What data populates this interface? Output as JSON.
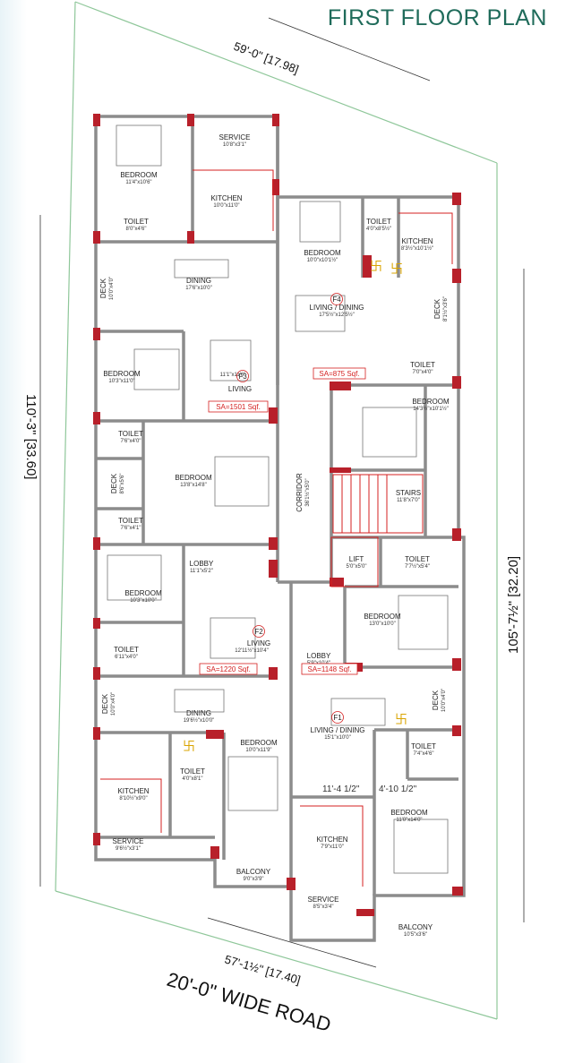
{
  "title": "FIRST FLOOR PLAN",
  "dimensions": {
    "top": "59'-0\" [17.98]",
    "left": "110'-3\" [33.60]",
    "right": "105'-7½\" [32.20]",
    "bottom": "57'-1½\" [17.40]",
    "road": "20'-0\" WIDE ROAD",
    "inner_width": "11'-4 1/2\"",
    "inner_depth": "4'-10 1/2\""
  },
  "rooms": {
    "r1": {
      "name": "SERVICE",
      "dim": "10'8\"x3'1\""
    },
    "r2": {
      "name": "BEDROOM",
      "dim": "11'4\"x10'6\""
    },
    "r3": {
      "name": "KITCHEN",
      "dim": "10'0\"x11'0\""
    },
    "r4": {
      "name": "TOILET",
      "dim": "8'0\"x4'6\""
    },
    "r5": {
      "name": "DINING",
      "dim": "17'6\"x10'0\""
    },
    "r6": {
      "name": "DECK",
      "dim": "10'0\"x4'0\""
    },
    "r7": {
      "name": "BEDROOM",
      "dim": "10'3\"x11'0\""
    },
    "r8": {
      "name": "LIVING",
      "dim": "11'1\"x11'6\""
    },
    "r9": {
      "name": "TOILET",
      "dim": "7'6\"x4'0\""
    },
    "r10": {
      "name": "DECK",
      "dim": "8'6\"x5'6\""
    },
    "r11": {
      "name": "BEDROOM",
      "dim": "13'8\"x14'8\""
    },
    "r12": {
      "name": "TOILET",
      "dim": "7'6\"x4'1\""
    },
    "r13": {
      "name": "LOBBY",
      "dim": "11'1\"x5'2\""
    },
    "r14": {
      "name": "BEDROOM",
      "dim": "10'3\"x10'0\""
    },
    "r15": {
      "name": "LIVING",
      "dim": "12'11½\"x10'4\""
    },
    "r16": {
      "name": "TOILET",
      "dim": "6'11\"x4'0\""
    },
    "r17": {
      "name": "DINING",
      "dim": "19'6½\"x10'0\""
    },
    "r18": {
      "name": "DECK",
      "dim": "10'0\"x4'0\""
    },
    "r19": {
      "name": "KITCHEN",
      "dim": "8'10½\"x9'0\""
    },
    "r20": {
      "name": "TOILET",
      "dim": "4'0\"x8'1\""
    },
    "r21": {
      "name": "BEDROOM",
      "dim": "10'0\"x11'9\""
    },
    "r22": {
      "name": "SERVICE",
      "dim": "9'6½\"x3'1\""
    },
    "r23": {
      "name": "BALCONY",
      "dim": "9'0\"x3'9\""
    },
    "r24": {
      "name": "BEDROOM",
      "dim": "10'0\"x10'1½\""
    },
    "r25": {
      "name": "TOILET",
      "dim": "4'0\"x8'5½\""
    },
    "r26": {
      "name": "KITCHEN",
      "dim": "8'3½\"x10'1½\""
    },
    "r27": {
      "name": "LIVING / DINING",
      "dim": "17'5½\"x12'5½\""
    },
    "r28": {
      "name": "DECK",
      "dim": "8'1½\"x3'6\""
    },
    "r29": {
      "name": "TOILET",
      "dim": "7'0\"x4'0\""
    },
    "r30": {
      "name": "BEDROOM",
      "dim": "14'3½\"x10'1½\""
    },
    "r31": {
      "name": "CORRIDOR",
      "dim": "36'1½\"x5'0\""
    },
    "r32": {
      "name": "STAIRS",
      "dim": "11'8\"x7'0\""
    },
    "r33": {
      "name": "LIFT",
      "dim": "5'0\"x5'0\""
    },
    "r34": {
      "name": "TOILET",
      "dim": "7'7½\"x5'4\""
    },
    "r35": {
      "name": "BEDROOM",
      "dim": "13'0\"x10'0\""
    },
    "r36": {
      "name": "LOBBY",
      "dim": "5'9\"x10'4\""
    },
    "r37": {
      "name": "LIVING / DINING",
      "dim": "15'1\"x10'0\""
    },
    "r38": {
      "name": "DECK",
      "dim": "10'0\"x4'0\""
    },
    "r39": {
      "name": "TOILET",
      "dim": "7'4\"x4'6\""
    },
    "r40": {
      "name": "KITCHEN",
      "dim": "7'9\"x11'0\""
    },
    "r41": {
      "name": "BEDROOM",
      "dim": "11'0\"x14'0\""
    },
    "r42": {
      "name": "SERVICE",
      "dim": "8'5\"x3'4\""
    },
    "r43": {
      "name": "BALCONY",
      "dim": "10'5\"x3'6\""
    }
  },
  "flats": {
    "f1": {
      "tag": "F1",
      "area": "SA=1148 Sqf."
    },
    "f2": {
      "tag": "F2",
      "area": "SA=1220 Sqf."
    },
    "f3": {
      "tag": "F3",
      "area": "SA=1501 Sqf."
    },
    "f4": {
      "tag": "F4",
      "area": "SA=875 Sqf."
    }
  },
  "colors": {
    "title": "#1f6b5a",
    "wall": "#8c8c8c",
    "column": "#b8202a",
    "area_label": "#d42020",
    "plot_line": "#8fc79a",
    "swastik": "#d9a400"
  },
  "symbols": [
    "swastik-icon",
    "swastik-icon",
    "swastik-icon",
    "swastik-icon"
  ]
}
